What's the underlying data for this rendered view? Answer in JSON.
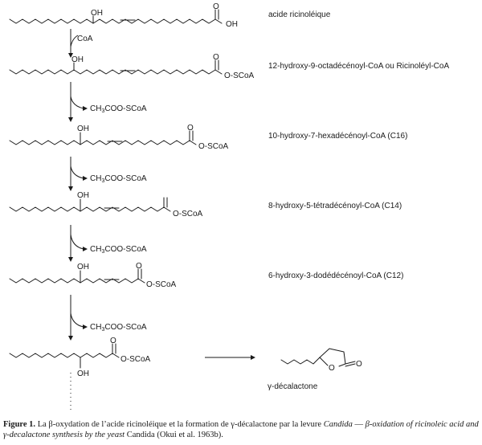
{
  "compounds": [
    {
      "name": "acide ricinoléique",
      "groups": {
        "hydroxyl": "OH",
        "end": "OH"
      }
    },
    {
      "name": "12-hydroxy-9-octadécénoyl-CoA ou Ricinoléyl-CoA",
      "groups": {
        "hydroxyl": "OH",
        "end": "O-SCoA"
      }
    },
    {
      "name": "10-hydroxy-7-hexadécénoyl-CoA (C16)",
      "groups": {
        "hydroxyl": "OH",
        "end": "O-SCoA"
      }
    },
    {
      "name": "8-hydroxy-5-tétradécénoyl-CoA (C14)",
      "groups": {
        "hydroxyl": "OH",
        "end": "O-SCoA"
      }
    },
    {
      "name": "6-hydroxy-3-dodédécénoyl-CoA (C12)",
      "groups": {
        "hydroxyl": "OH",
        "end": "O-SCoA"
      }
    },
    {
      "name": "",
      "groups": {
        "hydroxyl": "OH",
        "end": "O-SCoA"
      }
    }
  ],
  "steps": [
    {
      "reagent": "CoA"
    },
    {
      "product_prefix": "CH",
      "product_sub": "3",
      "product_suffix": "COO-SCoA"
    },
    {
      "product_prefix": "CH",
      "product_sub": "3",
      "product_suffix": "COO-SCoA"
    },
    {
      "product_prefix": "CH",
      "product_sub": "3",
      "product_suffix": "COO-SCoA"
    },
    {
      "product_prefix": "CH",
      "product_sub": "3",
      "product_suffix": "COO-SCoA"
    }
  ],
  "lactone": {
    "name": "γ-décalactone",
    "ring_o": "O",
    "carbonyl_o": "O"
  },
  "caption": {
    "label": "Figure 1.",
    "french": " La β-oxydation de l’acide ricinoléique et la formation de γ-décalactone par la levure ",
    "genus": "Candida",
    "dash": " — ",
    "english": "β-oxidation of ricinoleic acid and γ-decalactone synthesis by the yeast",
    "genus2": " Candida",
    "ref": " (Okui et al. 1963b)."
  }
}
